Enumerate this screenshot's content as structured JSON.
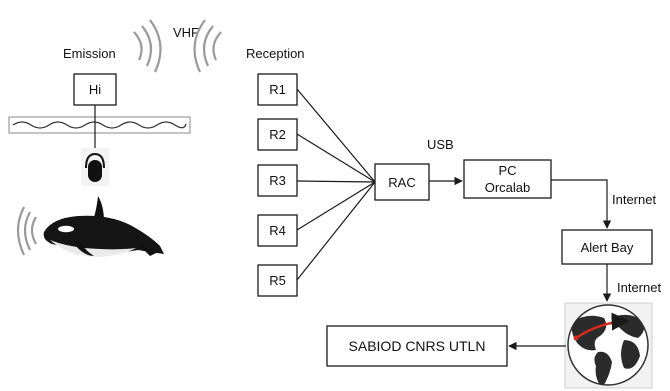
{
  "labels": {
    "emission": "Emission",
    "vhf": "VHF",
    "reception": "Reception",
    "usb": "USB",
    "internet_1": "Internet",
    "internet_2": "Internet"
  },
  "nodes": {
    "hi": "Hi",
    "receivers": [
      "R1",
      "R2",
      "R3",
      "R4",
      "R5"
    ],
    "rac": "RAC",
    "pc_line1": "PC",
    "pc_line2": "Orcalab",
    "alert_bay": "Alert Bay",
    "sabiod": "SABIOD CNRS UTLN"
  },
  "icons": {
    "radio_waves": "radio-waves-icon",
    "hydrophone": "hydrophone-icon",
    "orca": "orca-illustration",
    "globe": "globe-icon"
  },
  "colors": {
    "line": "#1a1a1a",
    "waves": "#9a9a9a",
    "globe_land": "#2b2b2b",
    "globe_route": "#d42a20"
  }
}
